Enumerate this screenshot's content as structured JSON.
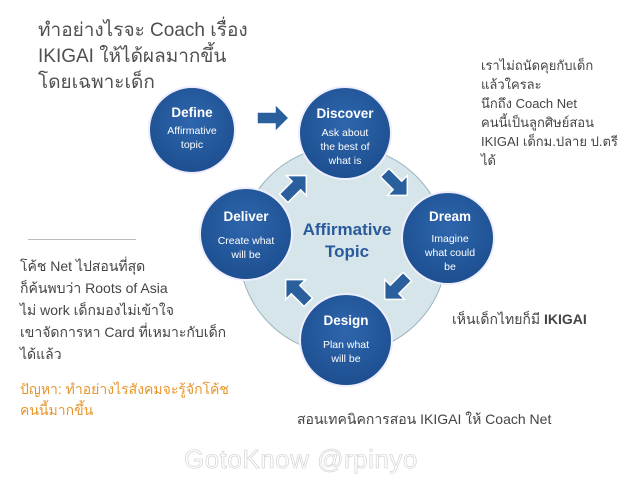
{
  "title": [
    "ทำอย่างไรจะ Coach เรื่อง",
    "IKIGAI ให้ได้ผลมากขึ้น",
    "โดยเฉพาะเด็ก"
  ],
  "note_right": [
    "เราไม่ถนัดคุยกับเด็ก",
    "แล้วใครละ",
    "นึกถึง Coach Net",
    "คนนี้เป็นลูกศิษย์สอน",
    "IKIGAI เด็กม.ปลาย ป.ตรี",
    "ได้"
  ],
  "note_left": [
    "โค้ช Net ไปสอนที่สุด",
    "ก็ค้นพบว่า Roots of Asia",
    "ไม่ work เด็กมองไม่เข้าใจ",
    "เขาจัดการหา Card ที่เหมาะกับเด็ก",
    "ได้แล้ว"
  ],
  "problem": [
    "ปัญหา: ทำอย่างไรสังคมจะรู้จักโค้ช",
    "คนนี้มากขึ้น"
  ],
  "thai_kids": {
    "prefix": "เห็นเด็กไทยก็มี ",
    "bold": "IKIGAI"
  },
  "teach": "สอนเทคนิคการสอน IKIGAI ให้ Coach Net",
  "watermark": "GotoKnow @rpinyo",
  "diagram": {
    "center": [
      "Affirmative",
      "Topic"
    ],
    "define": {
      "title": "Define",
      "lines": [
        "Affirmative",
        "topic"
      ]
    },
    "discover": {
      "title": "Discover",
      "lines": [
        "Ask about",
        "the best of",
        "what is"
      ]
    },
    "dream": {
      "title": "Dream",
      "lines": [
        "Imagine",
        "what could",
        "be"
      ]
    },
    "design": {
      "title": "Design",
      "lines": [
        "Plan what",
        "will be"
      ]
    },
    "deliver": {
      "title": "Deliver",
      "lines": [
        "Create what",
        "will be"
      ]
    }
  },
  "colors": {
    "circle": "#22589c",
    "ring": "#d6e5ea",
    "accent": "#e8962c"
  }
}
